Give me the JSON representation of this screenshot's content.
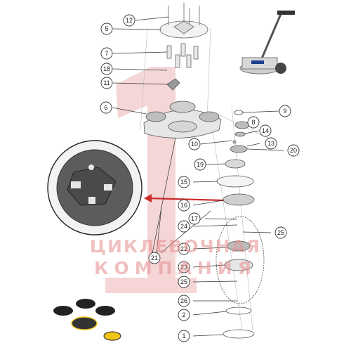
{
  "callouts": [
    {
      "label": "12"
    },
    {
      "label": "5"
    },
    {
      "label": "7"
    },
    {
      "label": "18"
    },
    {
      "label": "11"
    },
    {
      "label": "6"
    },
    {
      "label": "9"
    },
    {
      "label": "8"
    },
    {
      "label": "14"
    },
    {
      "label": "10"
    },
    {
      "label": "13"
    },
    {
      "label": "20"
    },
    {
      "label": "19"
    },
    {
      "label": "15"
    },
    {
      "label": "16"
    },
    {
      "label": "17"
    },
    {
      "label": "24"
    },
    {
      "label": "25"
    },
    {
      "label": "21"
    },
    {
      "label": "22"
    },
    {
      "label": "23"
    },
    {
      "label": "25"
    },
    {
      "label": "26"
    },
    {
      "label": "2"
    },
    {
      "label": "1"
    }
  ],
  "watermark": {
    "line1": "ЦИКЛЕВОЧНАЯ",
    "line2": "КОМПАНИЯ"
  },
  "colors": {
    "accent": "#cc2b2b",
    "watermark": "#e58e8e",
    "line": "#555555",
    "yellow": "#f0c419"
  }
}
